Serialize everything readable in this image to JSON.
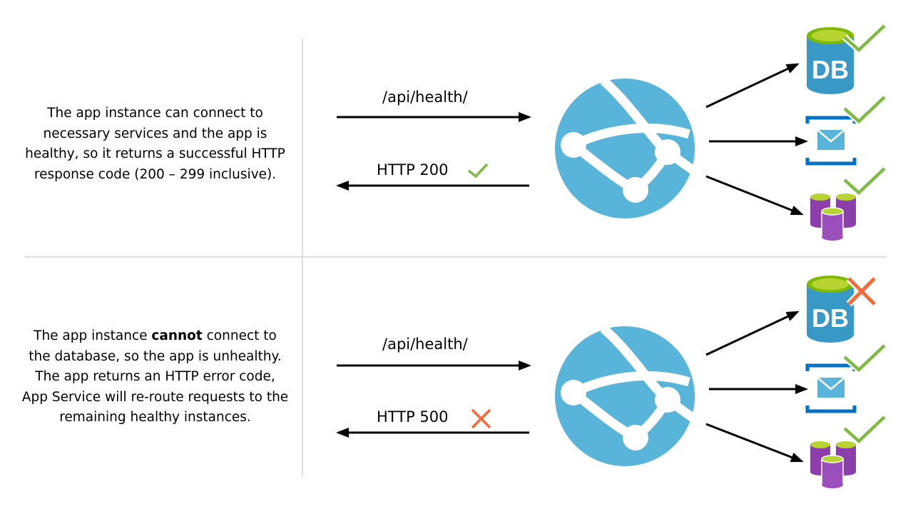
{
  "panels": [
    {
      "description": {
        "before": "The app instance can connect to necessary services and the app is healthy, so it returns a successful HTTP response code (200 – 299 inclusive).",
        "bold": "",
        "after": ""
      },
      "request_label": "/api/health/",
      "response_label": "HTTP 200",
      "response_status_icon": "check-icon",
      "services": [
        {
          "name": "database",
          "icon": "database-icon",
          "status_icon": "check-icon",
          "label": "DB"
        },
        {
          "name": "queue",
          "icon": "mail-queue-icon",
          "status_icon": "check-icon"
        },
        {
          "name": "storage",
          "icon": "storage-cylinders-icon",
          "status_icon": "check-icon"
        }
      ]
    },
    {
      "description": {
        "before": "The app instance ",
        "bold": "cannot",
        "after": " connect to the database, so the app is unhealthy. The app returns an HTTP error code, App Service will re-route requests to the remaining healthy instances."
      },
      "request_label": "/api/health/",
      "response_label": "HTTP 500",
      "response_status_icon": "x-icon",
      "services": [
        {
          "name": "database",
          "icon": "database-icon",
          "status_icon": "x-icon",
          "label": "DB"
        },
        {
          "name": "queue",
          "icon": "mail-queue-icon",
          "status_icon": "check-icon"
        },
        {
          "name": "storage",
          "icon": "storage-cylinders-icon",
          "status_icon": "check-icon"
        }
      ]
    }
  ],
  "colors": {
    "globe": "#59B4D9",
    "db_body": "#3999C6",
    "db_top": "#7FBA00",
    "queue": "#0072C6",
    "storage": "#8C3FAA",
    "storage_top": "#B8D432",
    "check": "#7FBA42",
    "cross": "#F26B38",
    "divider": "#BFBFBF"
  }
}
